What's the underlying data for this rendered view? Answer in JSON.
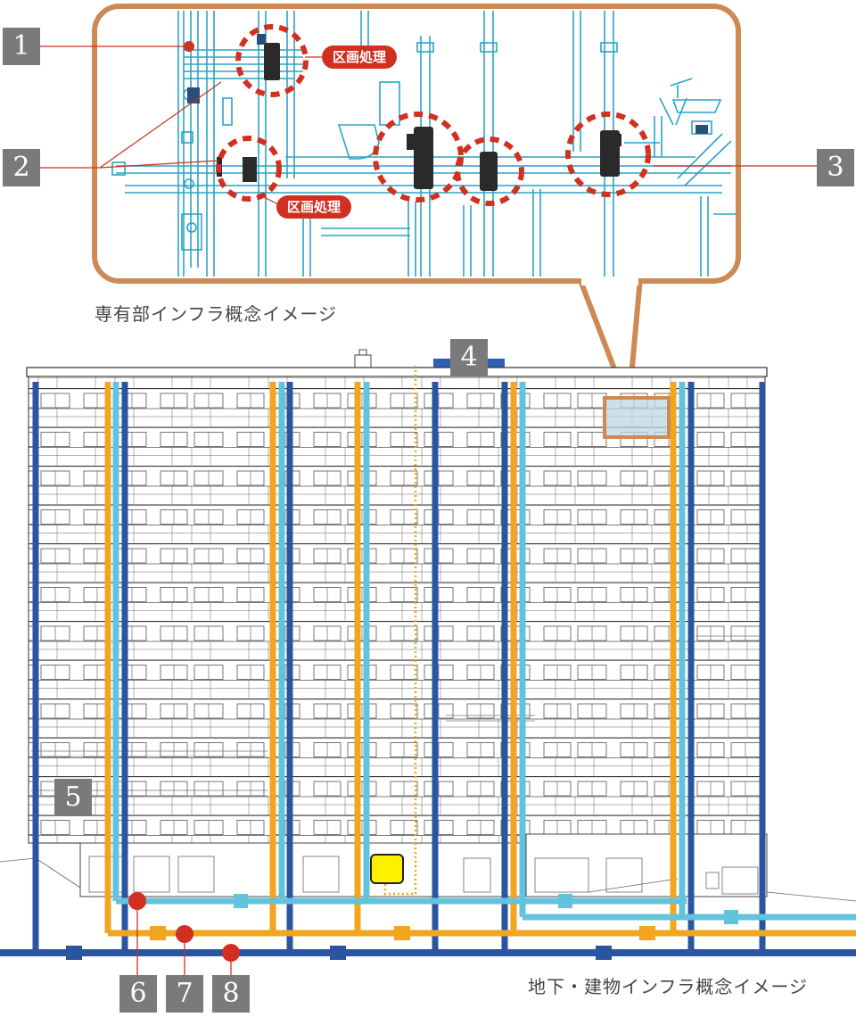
{
  "labels": {
    "callout_top_1": "区画処理",
    "callout_top_2": "区画処理",
    "caption_unit": "専有部インフラ概念イメージ",
    "caption_building": "地下・建物インフラ概念イメージ"
  },
  "badges": [
    "1",
    "2",
    "3",
    "4",
    "5",
    "6",
    "7",
    "8"
  ],
  "colors": {
    "frame": "#cd8a55",
    "pipe_light": "#2aa3c6",
    "pipe_blue": "#2b55a0",
    "pipe_cyan": "#62c4dc",
    "pipe_orange": "#f2a51e",
    "marker_red": "#d12f1f",
    "yellow_box": "#fff000",
    "badge_gray": "#7a7a7a"
  }
}
